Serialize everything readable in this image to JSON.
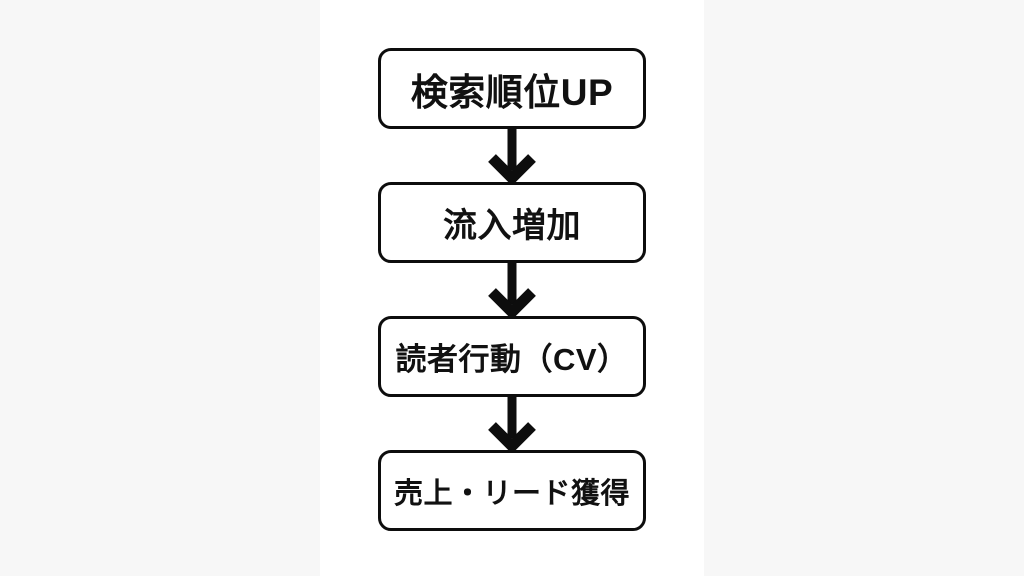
{
  "page": {
    "background_color": "#f7f7f7",
    "panel_color": "#ffffff",
    "line_color": "#0d0d0d",
    "text_color": "#111111"
  },
  "flowchart": {
    "type": "vertical-flow",
    "direction": "top-to-bottom",
    "nodes": [
      {
        "id": "search-ranking-up",
        "label": "検索順位UP"
      },
      {
        "id": "traffic-increase",
        "label": "流入増加"
      },
      {
        "id": "reader-action-cv",
        "label": "読者行動（CV）"
      },
      {
        "id": "sales-lead-acquisition",
        "label": "売上・リード獲得"
      }
    ],
    "connectors": [
      {
        "from": "search-ranking-up",
        "to": "traffic-increase",
        "style": "thick-down-arrow"
      },
      {
        "from": "traffic-increase",
        "to": "reader-action-cv",
        "style": "thick-down-arrow"
      },
      {
        "from": "reader-action-cv",
        "to": "sales-lead-acquisition",
        "style": "thick-down-arrow"
      }
    ]
  }
}
